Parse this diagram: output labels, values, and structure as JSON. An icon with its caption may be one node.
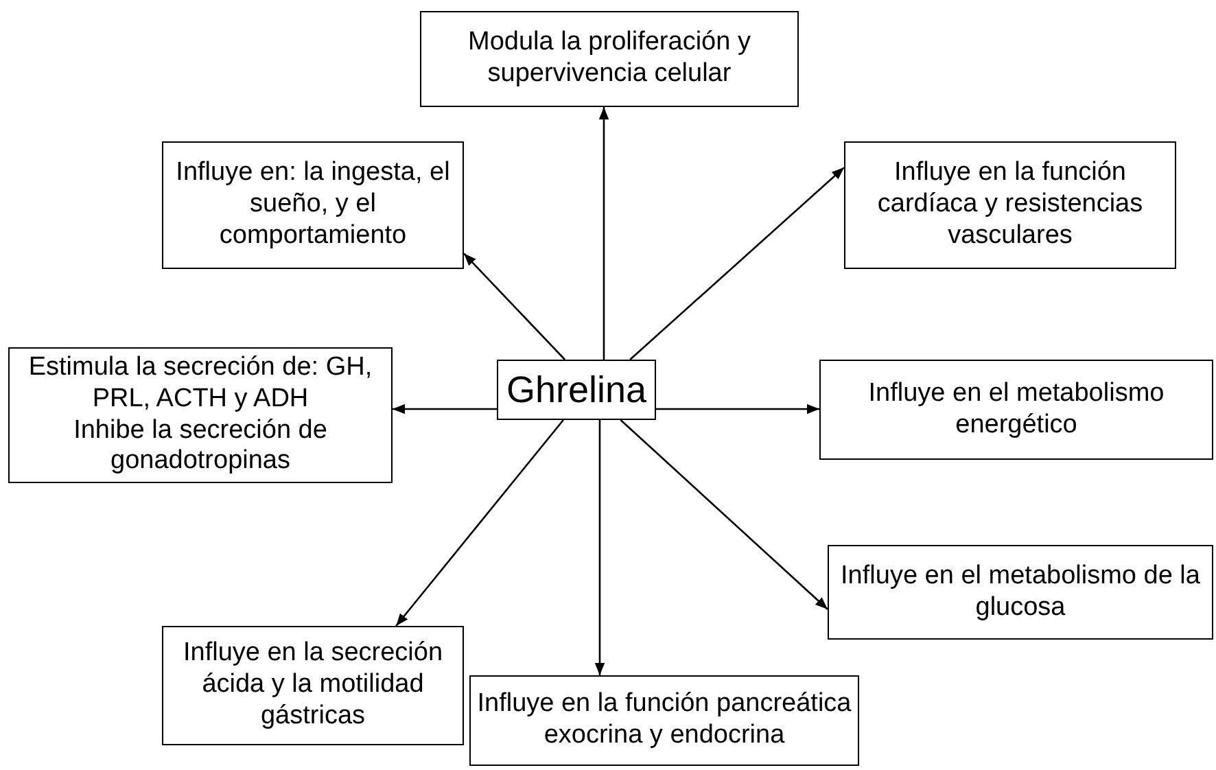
{
  "diagram": {
    "nodes": [
      {
        "text": [
          "Ghrelina"
        ]
      },
      {
        "text": [
          "Modula la proliferación y supervivencia celular"
        ]
      },
      {
        "text": [
          "Influye en: la ingesta, el sueño, y el comportamiento"
        ]
      },
      {
        "text": [
          "Influye en la función cardíaca y resistencias vasculares"
        ]
      },
      {
        "text": [
          "Estimula la secreción de: GH, PRL, ACTH y ADH",
          "Inhibe la secreción de gonadotropinas"
        ]
      },
      {
        "text": [
          "Influye en el metabolismo energético"
        ]
      },
      {
        "text": [
          "Influye en el metabolismo de la glucosa"
        ]
      },
      {
        "text": [
          "Influye en la secreción ácida y la motilidad gástricas"
        ]
      },
      {
        "text": [
          "Influye en la función pancreática exocrina y endocrina"
        ]
      }
    ],
    "edges": [
      {
        "from": 0,
        "to": 1,
        "arrow": "to"
      },
      {
        "from": 0,
        "to": 2,
        "arrow": "to"
      },
      {
        "from": 0,
        "to": 3,
        "arrow": "to"
      },
      {
        "from": 0,
        "to": 4,
        "arrow": "to"
      },
      {
        "from": 0,
        "to": 5,
        "arrow": "to"
      },
      {
        "from": 0,
        "to": 6,
        "arrow": "to"
      },
      {
        "from": 0,
        "to": 7,
        "arrow": "to"
      },
      {
        "from": 0,
        "to": 8,
        "arrow": "to"
      }
    ]
  }
}
